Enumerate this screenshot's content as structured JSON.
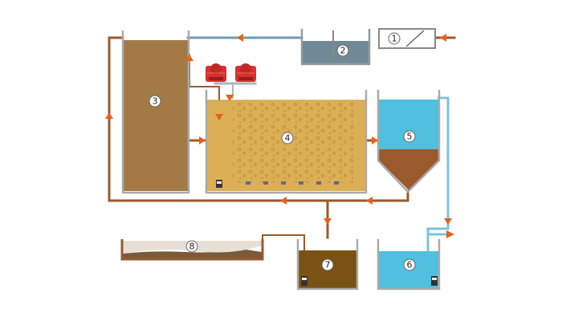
{
  "units": [
    {
      "id": "screen",
      "number": "1"
    },
    {
      "id": "grit-chamber",
      "number": "2"
    },
    {
      "id": "equalization-tank",
      "number": "3"
    },
    {
      "id": "aeration-tank",
      "number": "4"
    },
    {
      "id": "clarifier",
      "number": "5"
    },
    {
      "id": "treated-water-tank",
      "number": "6"
    },
    {
      "id": "sludge-tank",
      "number": "7"
    },
    {
      "id": "sludge-drying-bed",
      "number": "8"
    }
  ],
  "colors": {
    "pipe_brown": "#9b5a2d",
    "pipe_blue": "#7cc3dc",
    "arrow": "#e8601c",
    "tank_wall": "#a9a9a9",
    "sludge_brown": "#a37a46",
    "aeration_fill": "#dcae55",
    "clear_water": "#4fc0de",
    "grit_water": "#6f8a96",
    "blower_red": "#d93030"
  },
  "icons": [
    "blower-icon",
    "pump-icon",
    "flow-arrow-icon",
    "diffuser-icon",
    "bar-screen-icon"
  ]
}
